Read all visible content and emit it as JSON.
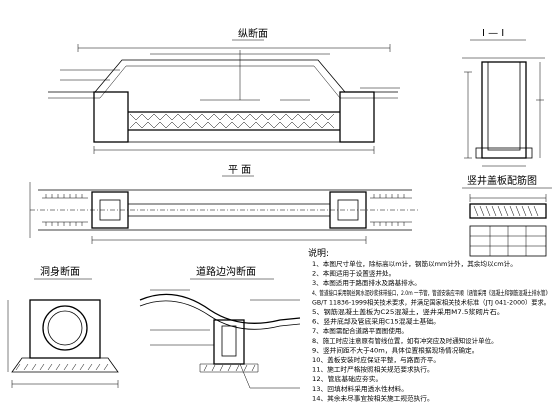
{
  "views": {
    "longitudinal": "纵断面",
    "plan": "平 面",
    "section_1_1": "I — I",
    "cover_rebar": "竖井盖板配筋图",
    "culvert_section": "洞身断面",
    "roadside_ditch": "道路边沟断面"
  },
  "notes": {
    "heading": "说明:",
    "lines": [
      "1、本图尺寸单位，除标高以m计，钢筋以mm计外，其余均以cm计。",
      "2、本图适用于设置竖井处。",
      "3、本图适用于路面排水及路基排水。",
      "4、管道接口采用钢丝网水泥砂浆抹带接口，2.0m 一节管，管道安装应平顺（涵管采用《混凝土和钢筋混凝土排水管》",
      "   GB/T 11836-1999相关技术要求，并满足国家相关技术标准（JTJ 041-2000）要求。",
      "5、钢筋混凝土盖板为C25混凝土，竖井采用M7.5浆砌片石。",
      "6、竖井底部及管底采用C15混凝土基础。",
      "7、本图需配合道路平面图使用。",
      "8、施工时应注意原有管线位置，如有冲突应及时通知设计单位。",
      "9、竖井间距不大于40m，具体位置根据现场情况确定。",
      "10、盖板安装时应保证平整，与路面齐平。",
      "11、施工时严格按照相关规范要求执行。",
      "12、管底基础应夯实。",
      "13、回填材料采用透水性材料。",
      "14、其余未尽事宜按相关施工规范执行。"
    ]
  }
}
